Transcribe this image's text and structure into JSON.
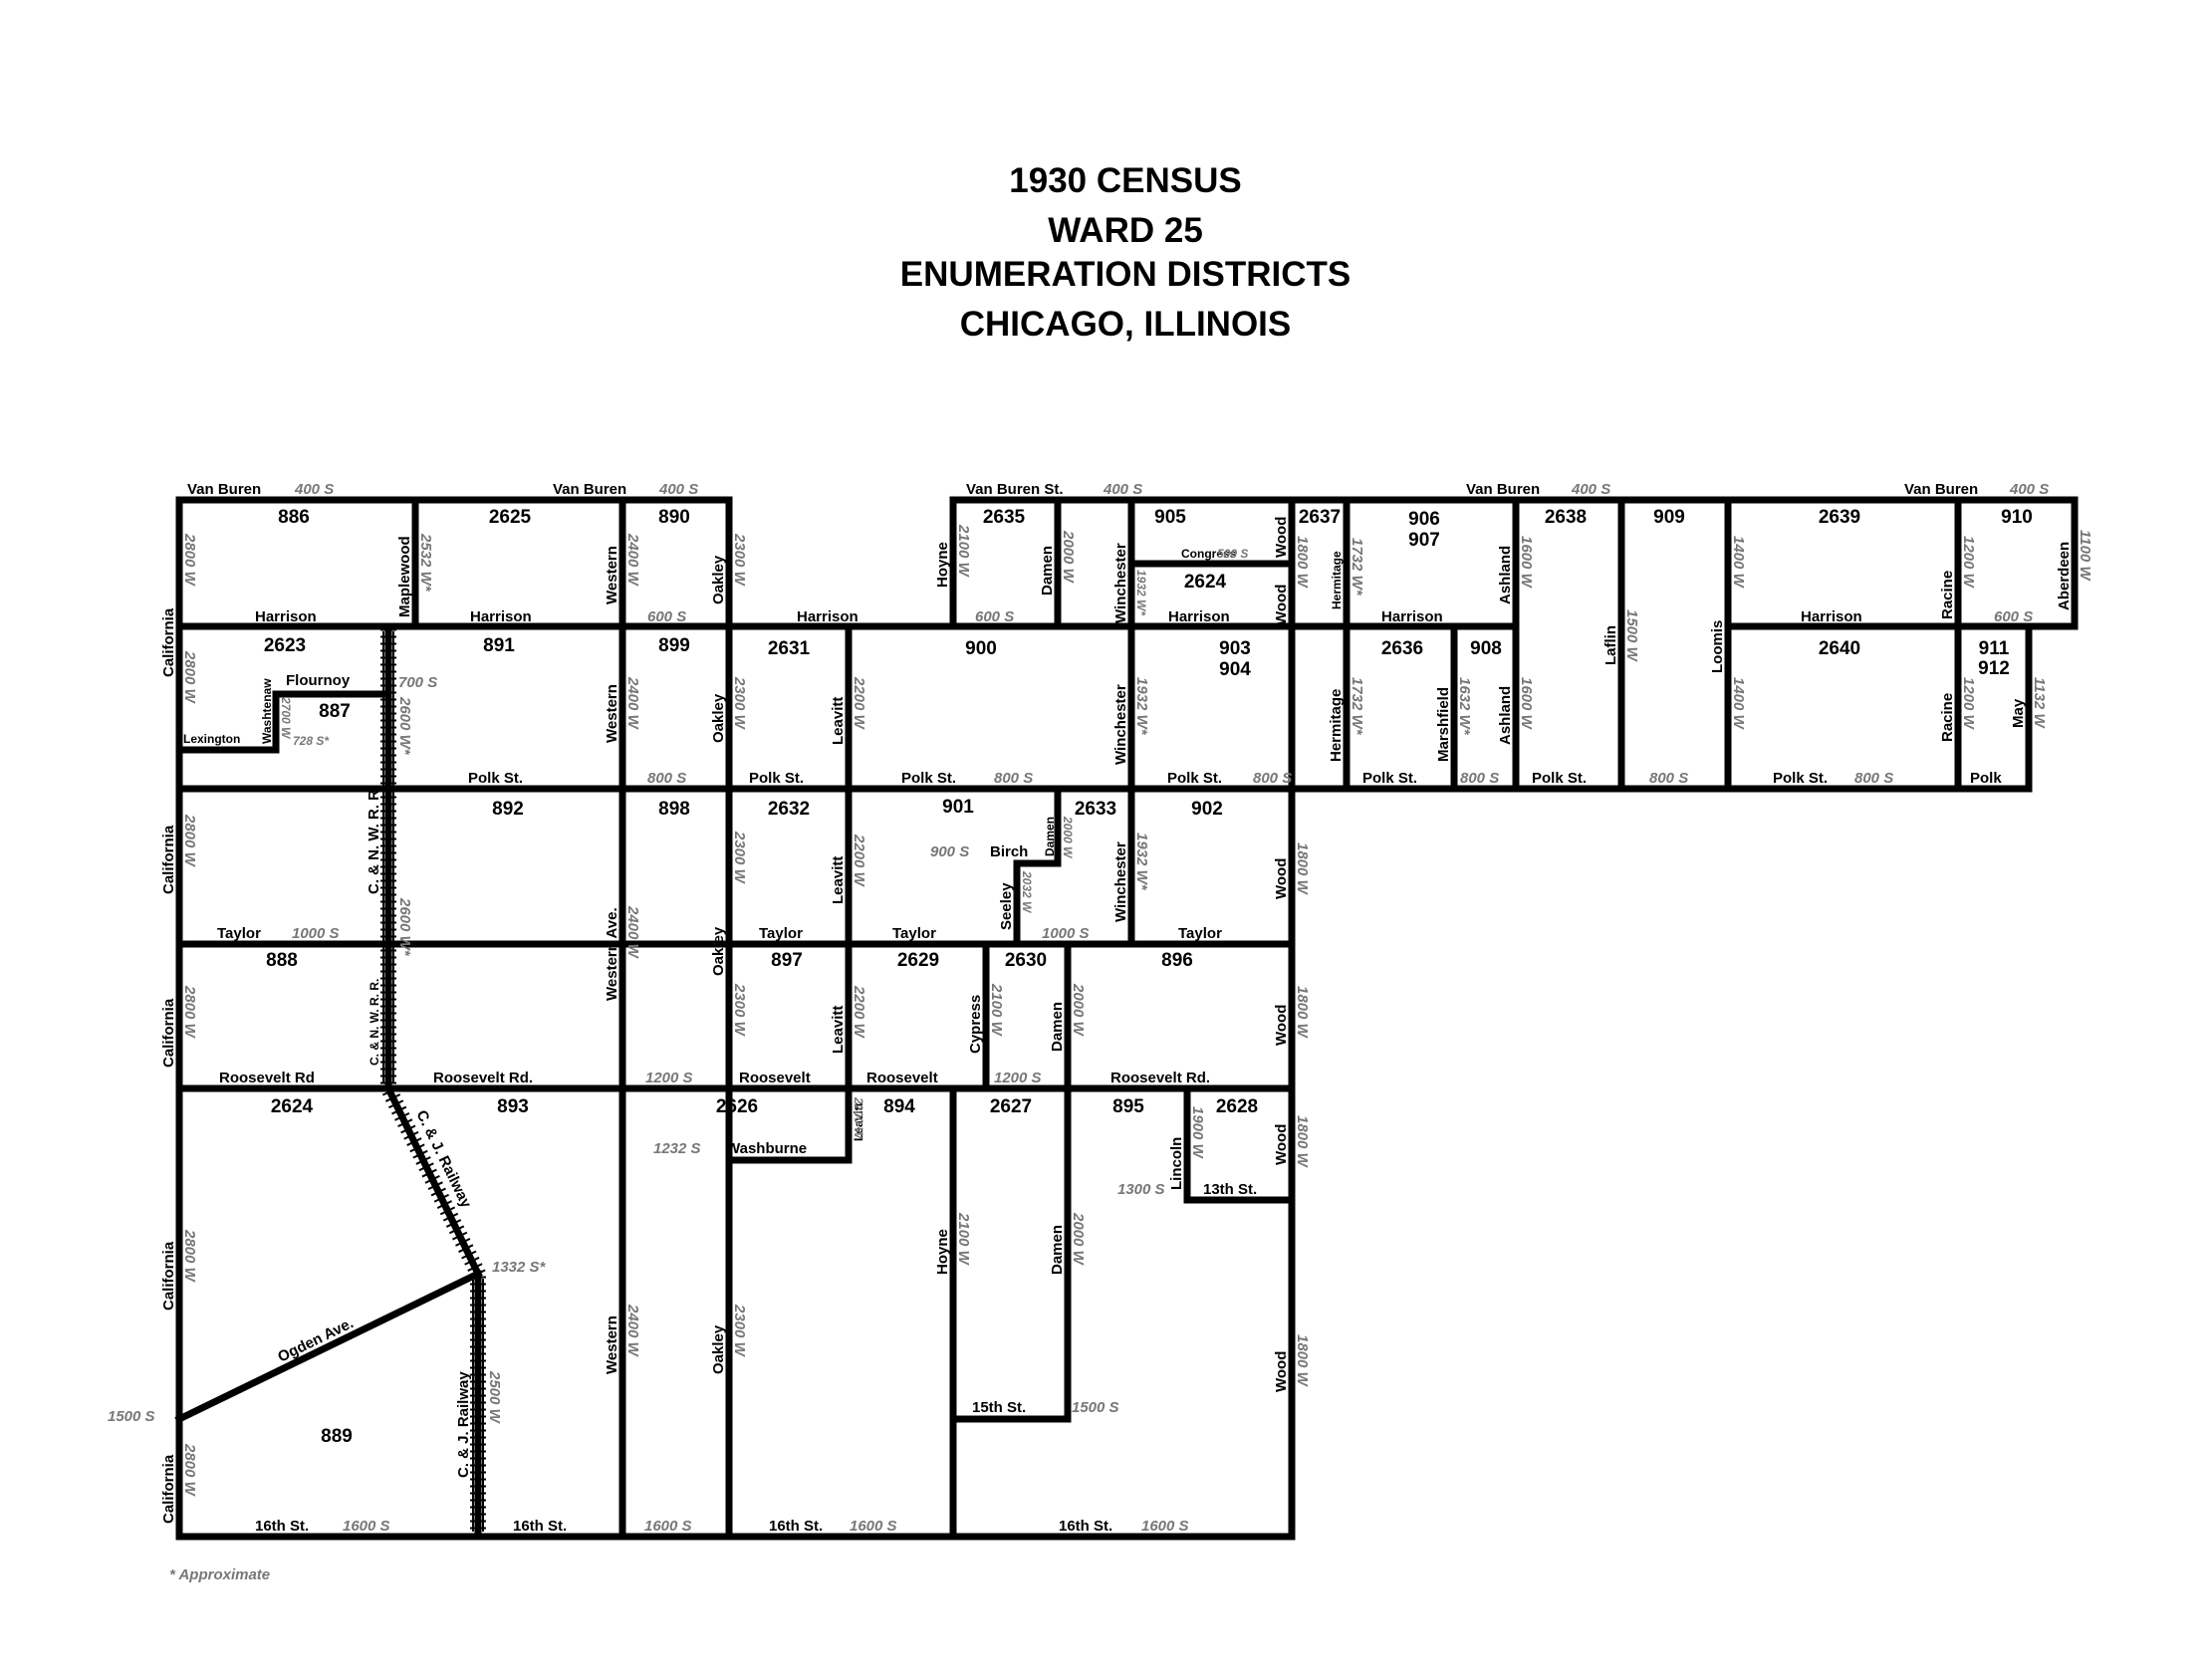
{
  "title": {
    "line1": "1930 CENSUS",
    "line2": "WARD 25",
    "line3": "ENUMERATION DISTRICTS",
    "line4": "CHICAGO, ILLINOIS"
  },
  "footnote": "* Approximate",
  "colors": {
    "line": "#000000",
    "address": "#777777",
    "background": "#ffffff"
  },
  "districts": {
    "d886": "886",
    "d2625": "2625",
    "d890": "890",
    "d2635": "2635",
    "d905": "905",
    "d2637": "2637",
    "d2624a": "2624",
    "d906": "906",
    "d907": "907",
    "d2638": "2638",
    "d909": "909",
    "d2639": "2639",
    "d910": "910",
    "d2623": "2623",
    "d887": "887",
    "d891": "891",
    "d899": "899",
    "d2631": "2631",
    "d900": "900",
    "d903": "903",
    "d904": "904",
    "d2636": "2636",
    "d908": "908",
    "d2640": "2640",
    "d911": "911",
    "d912": "912",
    "d892": "892",
    "d898": "898",
    "d2632": "2632",
    "d901": "901",
    "d2633": "2633",
    "d902": "902",
    "d888": "888",
    "d897": "897",
    "d2629": "2629",
    "d2630": "2630",
    "d896": "896",
    "d2624b": "2624",
    "d893": "893",
    "d2626": "2626",
    "d894": "894",
    "d2627": "2627",
    "d895": "895",
    "d2628": "2628",
    "d889": "889"
  },
  "streets": {
    "van_buren": "Van Buren",
    "van_buren_st": "Van Buren St.",
    "harrison": "Harrison",
    "polk_st": "Polk St.",
    "polk": "Polk",
    "taylor": "Taylor",
    "roosevelt": "Roosevelt",
    "roosevelt_rd": "Roosevelt Rd",
    "roosevelt_rd_dot": "Roosevelt Rd.",
    "sixteenth": "16th St.",
    "fifteenth": "15th St.",
    "thirteenth": "13th St.",
    "flournoy": "Flournoy",
    "lexington": "Lexington",
    "washtenaw": "Washtenaw",
    "maplewood": "Maplewood",
    "california": "California",
    "western": "Western",
    "western_ave": "Western Ave.",
    "oakley": "Oakley",
    "leavitt": "Leavitt",
    "hoyne": "Hoyne",
    "damen": "Damen",
    "winchester": "Winchester",
    "wood": "Wood",
    "hermitage": "Hermitage",
    "ashland": "Ashland",
    "marshfield": "Marshfield",
    "laflin": "Laflin",
    "loomis": "Loomis",
    "racine": "Racine",
    "aberdeen": "Aberdeen",
    "may": "May",
    "congress": "Congress",
    "birch": "Birch",
    "seeley": "Seeley",
    "cypress": "Cypress",
    "lincoln": "Lincoln",
    "washburne": "Washburne",
    "ogden": "Ogden Ave.",
    "cnwrr": "C. & N. W. R. R.",
    "cj_railway": "C. & J. Railway"
  },
  "addresses": {
    "s400": "400 S",
    "s500": "500 S",
    "s600": "600 S",
    "s700": "700 S",
    "s728": "728 S*",
    "s800": "800 S",
    "s900": "900 S",
    "s1000": "1000 S",
    "s1200": "1200 S",
    "s1232": "1232 S",
    "s1300": "1300 S",
    "s1332": "1332 S*",
    "s1500": "1500 S",
    "s1600": "1600 S",
    "w2800": "2800 W",
    "w2700": "2700 W",
    "w2600s": "2600 W*",
    "w2532s": "2532 W*",
    "w2500": "2500 W",
    "w2400": "2400 W",
    "w2300": "2300 W",
    "w2200": "2200 W",
    "w2100": "2100 W",
    "w2032": "2032 W",
    "w2000": "2000 W",
    "w1932s": "1932 W*",
    "w1900": "1900 W",
    "w1800": "1800 W",
    "w1732s": "1732 W*",
    "w1632s": "1632 W*",
    "w1600": "1600 W",
    "w1500": "1500 W",
    "w1400": "1400 W",
    "w1200": "1200 W",
    "w1132": "1132 W",
    "w1100": "1100 W"
  }
}
